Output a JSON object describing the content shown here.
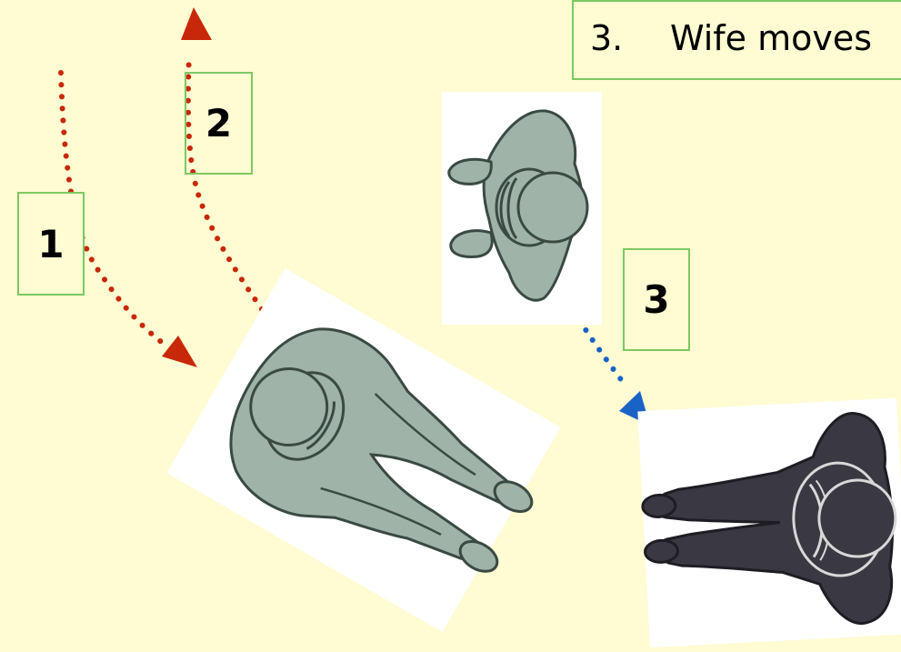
{
  "step_labels": {
    "one": "1",
    "two": "2",
    "three": "3"
  },
  "caption": {
    "number": "3.",
    "text": "Wife moves"
  },
  "figures": [
    {
      "name": "husband-figure",
      "color": "#9fb3a9",
      "outline": "#3a4a42"
    },
    {
      "name": "wife-figure-start",
      "color": "#9fb3a9",
      "outline": "#3a4a42"
    },
    {
      "name": "wife-figure-end",
      "color": "#3a3840",
      "outline": "#1f1d24"
    }
  ],
  "arrows": [
    {
      "name": "step-1-arrow",
      "color": "#c8280a"
    },
    {
      "name": "step-2-arrow",
      "color": "#c8280a"
    },
    {
      "name": "step-3-arrow",
      "color": "#1a63c6"
    }
  ]
}
